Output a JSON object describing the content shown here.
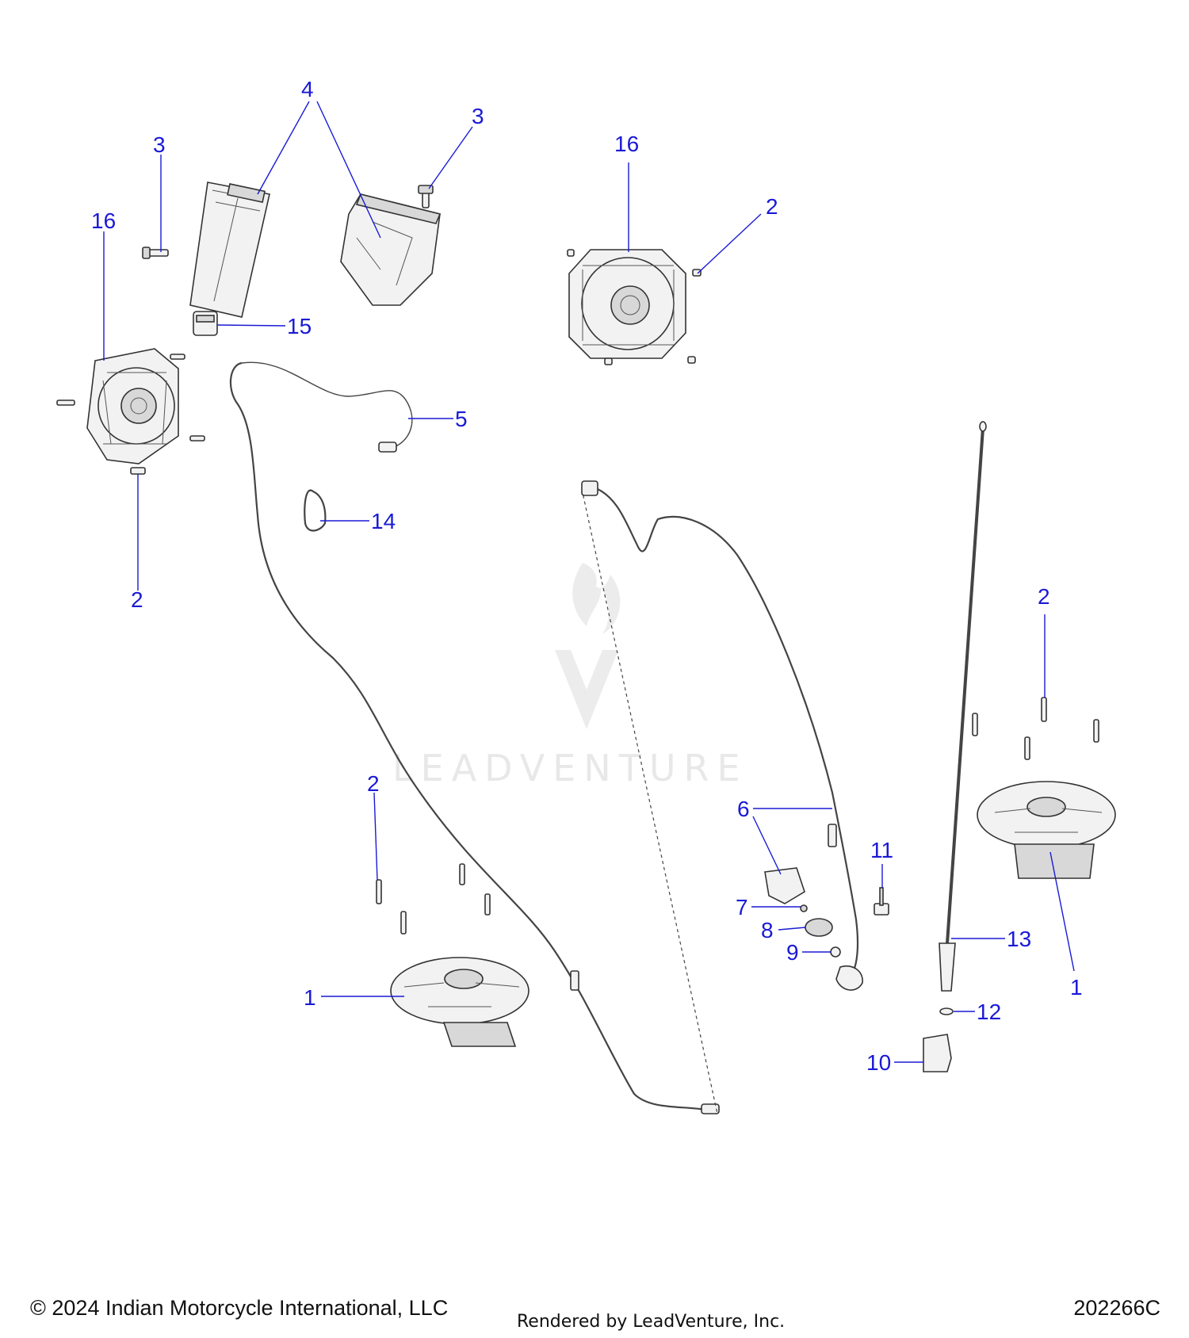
{
  "callouts": {
    "c4": "4",
    "c3a": "3",
    "c3b": "3",
    "c16a": "16",
    "c16b": "16",
    "c2a": "2",
    "c2b": "2",
    "c2c": "2",
    "c2d": "2",
    "c15": "15",
    "c5": "5",
    "c14": "14",
    "c6": "6",
    "c7": "7",
    "c8": "8",
    "c9": "9",
    "c11": "11",
    "c13": "13",
    "c12": "12",
    "c10": "10",
    "c1a": "1",
    "c1b": "1"
  },
  "watermark": {
    "text": "LEADVENTURE"
  },
  "footer": {
    "copyright": "© 2024 Indian Motorcycle International, LLC",
    "rendered_by": "Rendered by LeadVenture, Inc.",
    "diagram_number": "202266C"
  },
  "colors": {
    "callout": "#1a1ad6",
    "linework": "#333333",
    "watermark": "#e8e8e8"
  }
}
